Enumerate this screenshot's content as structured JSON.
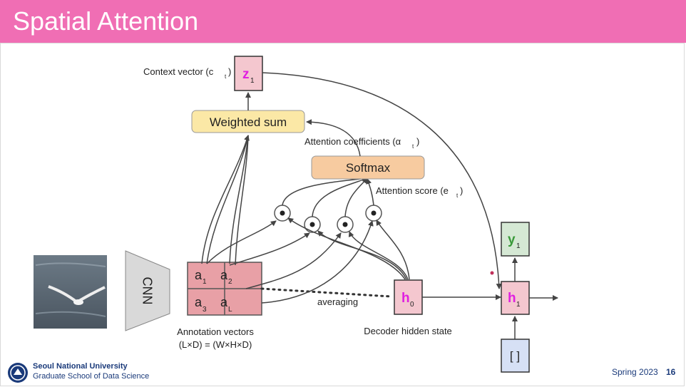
{
  "slide": {
    "title": "Spatial Attention",
    "term": "Spring 2023",
    "page": "16",
    "university": "Seoul National University",
    "school": "Graduate School of Data Science"
  },
  "diagram": {
    "cnn": "CNN",
    "weighted_sum": "Weighted sum",
    "softmax": "Softmax",
    "context_vector": "Context vector (c",
    "context_sub": "t",
    "attn_coef": "Attention coefficients (α",
    "attn_coef_sub": "t",
    "attn_score": "Attention score (e",
    "attn_score_sub": "t",
    "annotation_line1": "Annotation vectors",
    "annotation_line2": "(L×D) = (W×H×D)",
    "averaging": "averaging",
    "decoder_hidden": "Decoder hidden state",
    "z": "z",
    "z_sub": "1",
    "h0": "h",
    "h0_sub": "0",
    "h1": "h",
    "h1_sub": "1",
    "y": "y",
    "y_sub": "1",
    "input": "[ ]",
    "a1": "a",
    "a1_sub": "1",
    "a2": "a",
    "a2_sub": "2",
    "a3": "a",
    "a3_sub": "3",
    "aL": "a",
    "aL_sub": "L",
    "dot_symbol": "•",
    "close_paren": ")"
  },
  "colors": {
    "title_bar": "#f06eb4",
    "pink_node": "#f4c7cf",
    "magenta_text": "#e020e0",
    "green_node": "#d5e8d4",
    "green_text": "#3a9a3a",
    "blue_node": "#d6e0f5",
    "weighted_sum_fill": "#fbe8a6",
    "softmax_fill": "#f7cba0",
    "grid_fill": "#e8a0a6",
    "footer_text": "#1a3a7a"
  },
  "icons": {
    "university_logo": "snu-logo-icon",
    "bird_image": "seagull-photo"
  }
}
